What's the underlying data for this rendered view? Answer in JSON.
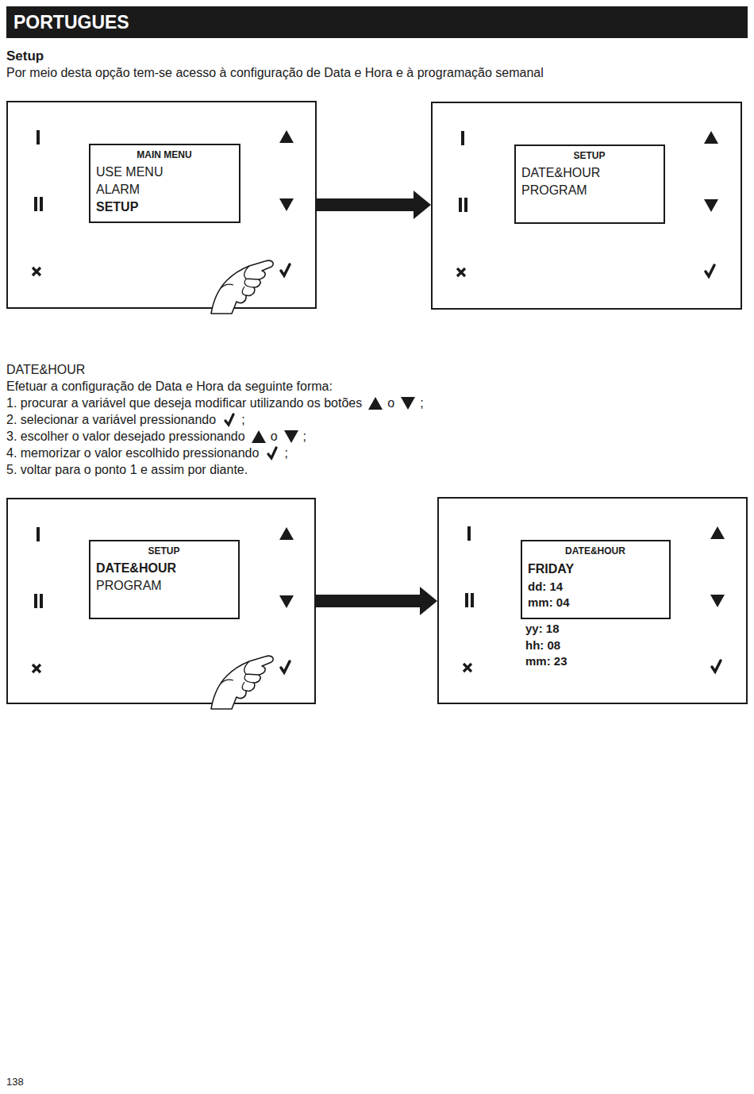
{
  "diagram": {
    "nodes": [
      {
        "text": [
          "PORTUGUES"
        ]
      },
      {
        "text": []
      },
      {
        "text": [
          "MAIN MENU",
          "USE MENU",
          "ALARM",
          "SETUP"
        ],
        "in": 1
      },
      {
        "text": []
      },
      {
        "text": [
          "SETUP",
          "DATE&HOUR",
          "PROGRAM"
        ],
        "in": 3
      },
      {
        "text": []
      },
      {
        "text": [
          "SETUP",
          "DATE&HOUR",
          "PROGRAM"
        ],
        "in": 5
      },
      {
        "text": [
          "yy: 18",
          "hh: 08",
          "mm: 23"
        ]
      },
      {
        "text": [
          "DATE&HOUR",
          "FRIDAY",
          "dd: 14",
          "mm: 04"
        ],
        "in": 7
      }
    ],
    "edges": [
      {
        "from": 1,
        "to": 3,
        "arrow": "to"
      },
      {
        "from": 5,
        "to": 7,
        "arrow": "to"
      }
    ],
    "labels": [
      "Setup",
      "Por meio desta opção tem-se acesso à configuração de Data e Hora e à programação semanal",
      "DATE&HOUR",
      "Efetuar a configuração de Data e Hora da seguinte forma:",
      "1. procurar a variável que deseja modificar utilizando os botões",
      "o",
      ";",
      "2. selecionar a variável pressionando",
      ";",
      "3. escolher o valor desejado pressionando",
      "o",
      ";",
      "4. memorizar o valor escolhido pressionando",
      ";",
      "5. voltar para o ponto 1 e assim por diante.",
      "138"
    ]
  }
}
